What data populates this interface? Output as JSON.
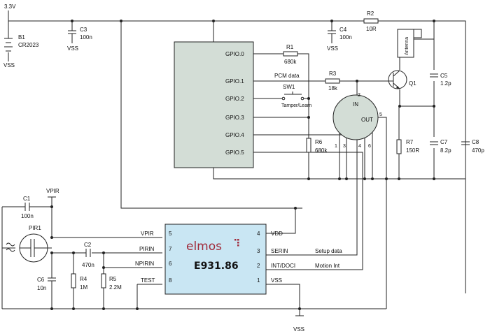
{
  "colors": {
    "mcu_fill": "#d3ddd6",
    "chip_fill": "#c9e6f3",
    "logo": "#a02a3a",
    "wire": "#222222"
  },
  "power": {
    "vcc": "3.3V",
    "vss": "VSS"
  },
  "components": {
    "b1": {
      "ref": "B1",
      "value": "CR2023"
    },
    "c3": {
      "ref": "C3",
      "value": "100n"
    },
    "c4": {
      "ref": "C4",
      "value": "100n"
    },
    "r2": {
      "ref": "R2",
      "value": "10R"
    },
    "r1": {
      "ref": "R1",
      "value": "680k"
    },
    "r3": {
      "ref": "R3",
      "value": "18k"
    },
    "r6": {
      "ref": "R6",
      "value": "680k"
    },
    "r7": {
      "ref": "R7",
      "value": "150R"
    },
    "sw1": {
      "ref": "SW1",
      "value": "Tamper/Learn"
    },
    "q1": {
      "ref": "Q1"
    },
    "c5": {
      "ref": "C5",
      "value": "1.2p"
    },
    "c7": {
      "ref": "C7",
      "value": "8.2p"
    },
    "c8": {
      "ref": "C8",
      "value": "470p"
    },
    "antenna": "Antenna",
    "c1": {
      "ref": "C1",
      "value": "100n"
    },
    "c2": {
      "ref": "C2",
      "value": "470n"
    },
    "c6": {
      "ref": "C6",
      "value": "10n"
    },
    "r4": {
      "ref": "R4",
      "value": "1M"
    },
    "r5": {
      "ref": "R5",
      "value": "2.2M"
    },
    "pir1": {
      "ref": "PIR1"
    },
    "vpir": "VPIR"
  },
  "mcu": {
    "pins": [
      "GPIO.0",
      "GPIO.1",
      "GPIO.2",
      "GPIO.3",
      "GPIO.4",
      "GPIO.5"
    ]
  },
  "net_labels": {
    "pcm": "PCM data",
    "setup": "Setup data",
    "motion": "Motion Int"
  },
  "rf_module": {
    "in": "IN",
    "out": "OUT",
    "pins": [
      "1",
      "2",
      "3",
      "4",
      "5",
      "6"
    ]
  },
  "chip": {
    "brand": "elmos",
    "part": "E931.86",
    "left_pins": [
      {
        "name": "VPIR",
        "num": "5"
      },
      {
        "name": "PIRIN",
        "num": "7"
      },
      {
        "name": "NPIRIN",
        "num": "6"
      },
      {
        "name": "TEST",
        "num": "8"
      }
    ],
    "right_pins": [
      {
        "name": "VDD",
        "num": "4"
      },
      {
        "name": "SERIN",
        "num": "3"
      },
      {
        "name": "INT/DOCI",
        "num": "2"
      },
      {
        "name": "VSS",
        "num": "1"
      }
    ]
  }
}
